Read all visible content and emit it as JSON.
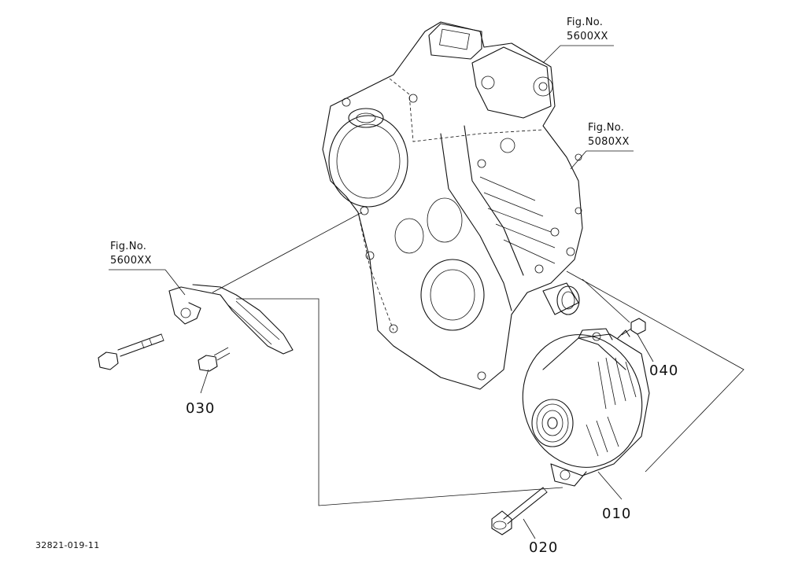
{
  "diagram": {
    "fig_refs": [
      {
        "id": "fig-ref-top",
        "line1": "Fig.No.",
        "line2": "5600XX"
      },
      {
        "id": "fig-ref-mid",
        "line1": "Fig.No.",
        "line2": "5080XX"
      },
      {
        "id": "fig-ref-left",
        "line1": "Fig.No.",
        "line2": "5600XX"
      }
    ],
    "parts": [
      "030",
      "040",
      "010",
      "020"
    ],
    "drawing_number": "32821-019-11"
  }
}
